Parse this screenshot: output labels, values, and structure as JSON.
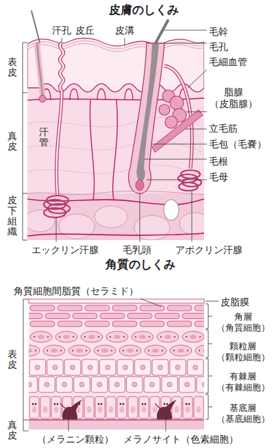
{
  "diagram": {
    "title": "皮膚のしくみ",
    "labels": [
      "汗孔",
      "皮丘",
      "皮溝",
      "毛幹",
      "毛孔",
      "毛細血管",
      "脂腺 （皮脂腺）",
      "立毛筋",
      "毛包（毛嚢）",
      "毛根",
      "毛母",
      "表皮",
      "真皮",
      "皮下組織",
      "汗管",
      "エックリン汗腺",
      "毛乳頭",
      "アポクリン汗腺",
      "角質のしくみ",
      "角質細胞間脂質（セラミド）",
      "皮脂膜",
      "角層 （角質細胞）",
      "顆粒層 （顆粒細胞）",
      "有棘層 （有棘細胞）",
      "基底層 （基底細胞）",
      "表皮",
      "真皮",
      "（メラニン顆粒）",
      "メラノサイト（色素細胞）"
    ]
  }
}
